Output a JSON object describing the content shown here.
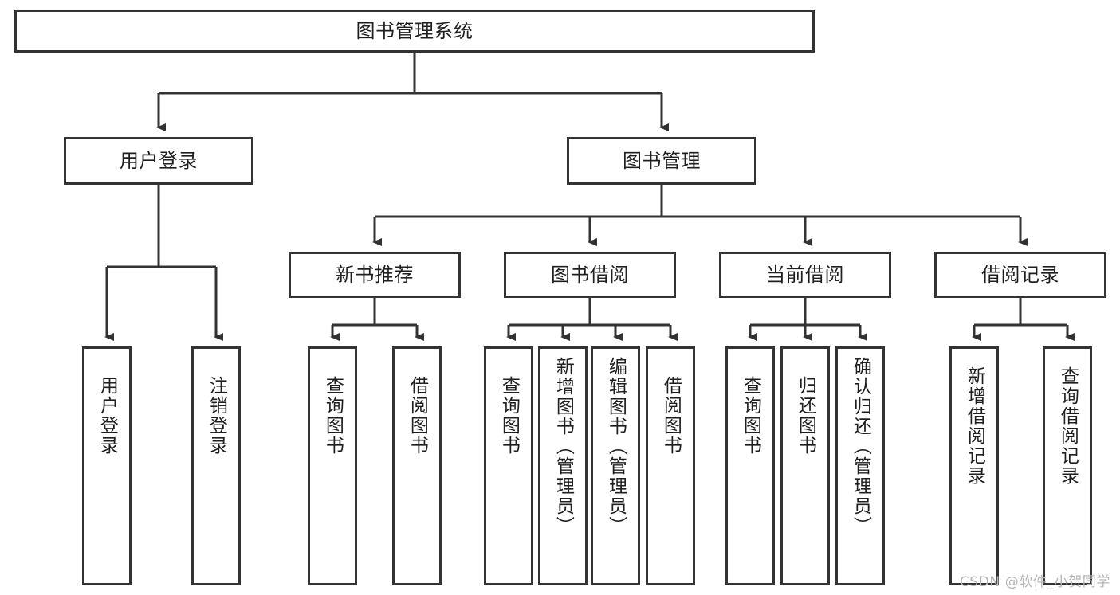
{
  "diagram": {
    "title": "图书管理系统",
    "type": "tree",
    "watermark": "CSDN @软件_小贺同学",
    "colors": {
      "box_border": "#333333",
      "box_fill": "#ffffff",
      "connector": "#333333",
      "text": "#1f1f1f",
      "watermark": "#b4b4b4"
    },
    "nodes": {
      "root": {
        "label": "图书管理系统"
      },
      "level2": {
        "user_login": {
          "label": "用户登录"
        },
        "book_manage": {
          "label": "图书管理"
        }
      },
      "level3": {
        "new_book_rec": {
          "label": "新书推荐"
        },
        "book_borrow": {
          "label": "图书借阅"
        },
        "current_borrow": {
          "label": "当前借阅"
        },
        "borrow_record": {
          "label": "借阅记录"
        }
      },
      "leaves": {
        "user_login_children": [
          {
            "label": "用户登录"
          },
          {
            "label": "注销登录"
          }
        ],
        "new_book_rec_children": [
          {
            "label": "查询图书"
          },
          {
            "label": "借阅图书"
          }
        ],
        "book_borrow_children": [
          {
            "label": "查询图书"
          },
          {
            "label": "新增图书（管理员）"
          },
          {
            "label": "编辑图书（管理员）"
          },
          {
            "label": "借阅图书"
          }
        ],
        "current_borrow_children": [
          {
            "label": "查询图书"
          },
          {
            "label": "归还图书"
          },
          {
            "label": "确认归还（管理员）"
          }
        ],
        "borrow_record_children": [
          {
            "label": "新增借阅记录"
          },
          {
            "label": "查询借阅记录"
          }
        ]
      }
    }
  }
}
